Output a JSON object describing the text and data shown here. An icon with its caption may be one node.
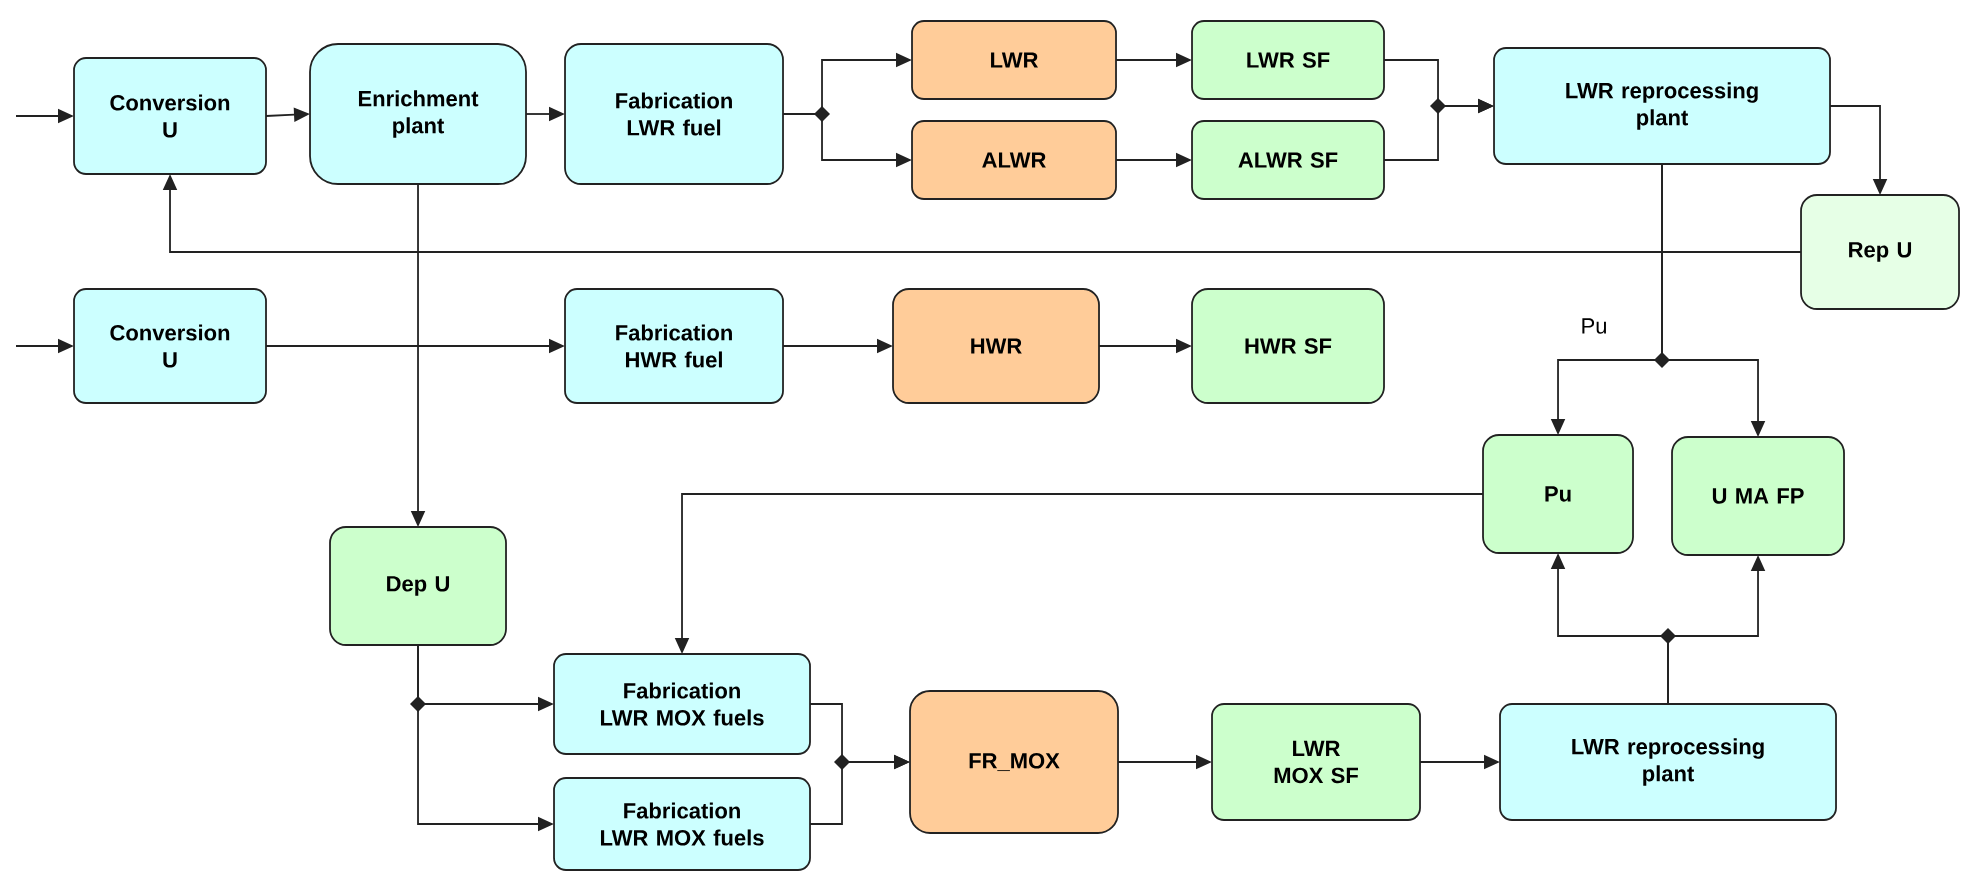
{
  "diagram": {
    "nodes": [
      {
        "text": [
          "Conversion U"
        ]
      },
      {
        "text": [
          "Enrichment plant"
        ]
      },
      {
        "text": [
          "Fabrication LWR fuel"
        ]
      },
      {
        "text": [
          "LWR"
        ]
      },
      {
        "text": [
          "ALWR"
        ]
      },
      {
        "text": [
          "LWR SF"
        ]
      },
      {
        "text": [
          "ALWR SF"
        ]
      },
      {
        "text": [
          "LWR reprocessing plant"
        ]
      },
      {
        "text": [
          "Rep U"
        ]
      },
      {
        "text": [
          "Conversion U"
        ]
      },
      {
        "text": [
          "Fabrication HWR fuel"
        ]
      },
      {
        "text": [
          "HWR"
        ]
      },
      {
        "text": [
          "HWR SF"
        ]
      },
      {
        "text": [
          "Pu"
        ]
      },
      {
        "text": [
          "U MA FP"
        ]
      },
      {
        "text": [
          "Dep U"
        ]
      },
      {
        "text": [
          "Fabrication LWR MOX fuels"
        ]
      },
      {
        "text": [
          "Fabrication LWR MOX fuels"
        ]
      },
      {
        "text": [
          "FR_MOX"
        ]
      },
      {
        "text": [
          "LWR MOX SF"
        ]
      },
      {
        "text": [
          "LWR reprocessing plant"
        ]
      }
    ],
    "edges": [
      {
        "from": null,
        "to": 0,
        "arrow": "to"
      },
      {
        "from": 0,
        "to": 1,
        "arrow": "to"
      },
      {
        "from": 1,
        "to": 2,
        "arrow": "to"
      },
      {
        "from": 2,
        "to": 3,
        "arrow": "to"
      },
      {
        "from": 2,
        "to": 4,
        "arrow": "to"
      },
      {
        "from": 3,
        "to": 5,
        "arrow": "to"
      },
      {
        "from": 4,
        "to": 6,
        "arrow": "to"
      },
      {
        "from": 5,
        "to": 7,
        "arrow": "to"
      },
      {
        "from": 6,
        "to": 7,
        "arrow": "to"
      },
      {
        "from": 7,
        "to": 8,
        "arrow": "to"
      },
      {
        "from": 8,
        "to": 0,
        "arrow": "to"
      },
      {
        "from": null,
        "to": 9,
        "arrow": "to"
      },
      {
        "from": 9,
        "to": 10,
        "arrow": "to"
      },
      {
        "from": 10,
        "to": 11,
        "arrow": "to"
      },
      {
        "from": 11,
        "to": 12,
        "arrow": "to"
      },
      {
        "from": 1,
        "to": 15,
        "arrow": "to"
      },
      {
        "from": 7,
        "to": 13,
        "arrow": "to",
        "label": "Pu"
      },
      {
        "from": 7,
        "to": 14,
        "arrow": "to"
      },
      {
        "from": 13,
        "to": 16,
        "arrow": "to"
      },
      {
        "from": 15,
        "to": 16,
        "arrow": "to"
      },
      {
        "from": 15,
        "to": 17,
        "arrow": "to"
      },
      {
        "from": 16,
        "to": 18,
        "arrow": "to"
      },
      {
        "from": 17,
        "to": 18,
        "arrow": "to"
      },
      {
        "from": 18,
        "to": 19,
        "arrow": "to"
      },
      {
        "from": 19,
        "to": 20,
        "arrow": "to"
      },
      {
        "from": 20,
        "to": 13,
        "arrow": "to"
      },
      {
        "from": 20,
        "to": 14,
        "arrow": "to"
      }
    ]
  }
}
